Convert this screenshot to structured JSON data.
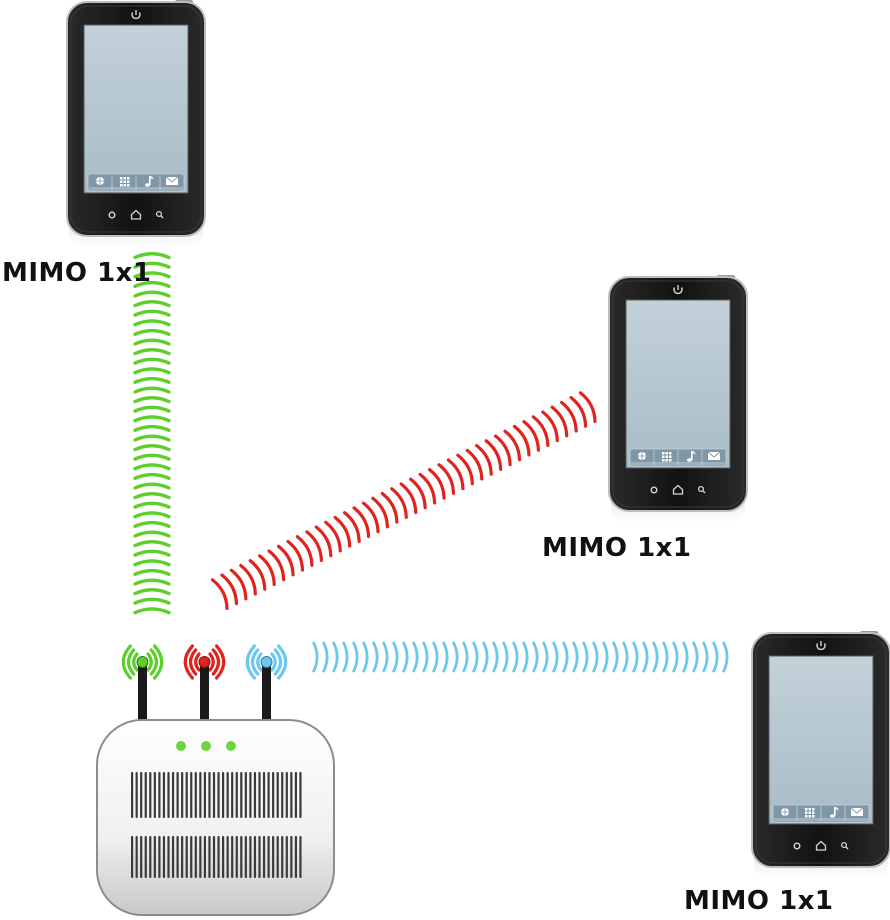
{
  "labels": {
    "phone_top": "MIMO 1x1",
    "phone_middle": "MIMO 1x1",
    "phone_bottom": "MIMO 1x1"
  },
  "colors": {
    "green_stream": "#5ccf2a",
    "red_stream": "#e0231c",
    "blue_stream": "#6cc8ee",
    "phone_body": "#1c1c1c",
    "phone_screen": "#b5c6d0",
    "router_leds": "#6ed43a"
  },
  "icons": [
    "power-icon",
    "globe-icon",
    "grid-icon",
    "music-note-icon",
    "mail-icon",
    "back-icon",
    "home-icon",
    "search-icon"
  ]
}
